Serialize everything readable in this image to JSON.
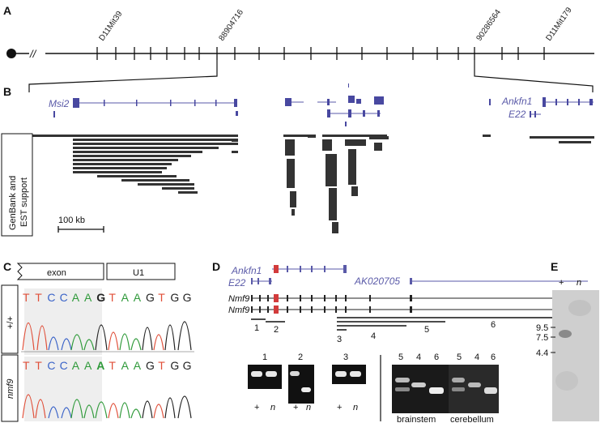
{
  "panels": {
    "a": "A",
    "b": "B",
    "c": "C",
    "d": "D",
    "e": "E"
  },
  "panel_a": {
    "markers": [
      "D11Mit39",
      "88904716",
      "90286564",
      "D11Mit179"
    ],
    "break_symbol": "//"
  },
  "panel_b": {
    "genes": [
      "Msi2",
      "Ankfn1",
      "E22"
    ],
    "support_label_line1": "GenBank and",
    "support_label_line2": "EST support",
    "scale_label": "100 kb"
  },
  "panel_c": {
    "exon_label": "exon",
    "intron_label": "U1",
    "wt_label": "+/+",
    "mut_label": "nmf9",
    "wt_sequence": [
      "T",
      "T",
      "C",
      "C",
      "A",
      "A",
      "G",
      "T",
      "A",
      "A",
      "G",
      "T",
      "G",
      "G"
    ],
    "mut_sequence": [
      "T",
      "T",
      "C",
      "C",
      "A",
      "A",
      "A",
      "T",
      "A",
      "A",
      "G",
      "T",
      "G",
      "G"
    ],
    "colors": {
      "T": "#e0503a",
      "C": "#3a63c8",
      "A": "#2f9a3a",
      "G": "#222222"
    }
  },
  "panel_d": {
    "genes_top": [
      "Ankfn1",
      "E22",
      "AK020705"
    ],
    "transcripts": [
      "Nmf9",
      "Nmf9"
    ],
    "amplicons": [
      "1",
      "2",
      "3",
      "4",
      "5",
      "6"
    ],
    "gel_lanes_left": [
      [
        "1"
      ],
      [
        "2"
      ],
      [
        "3"
      ]
    ],
    "gel_lane_labels": [
      "+",
      "n",
      "+",
      "n",
      "+",
      "n"
    ],
    "gel_right_lanes": [
      "5",
      "4",
      "6",
      "5",
      "4",
      "6"
    ],
    "tissues": [
      "brainstem",
      "cerebellum"
    ]
  },
  "panel_e": {
    "lanes": [
      "+",
      "n"
    ],
    "sizes": [
      "9.5",
      "7.5",
      "4.4"
    ]
  }
}
